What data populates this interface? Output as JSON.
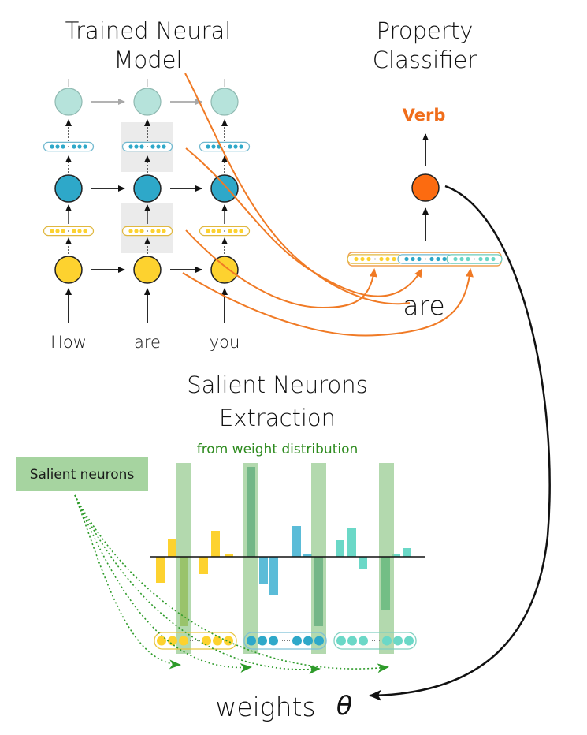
{
  "titles": {
    "model_line1": "Trained Neural",
    "model_line2": "Model",
    "classifier_line1": "Property",
    "classifier_line2": "Classifier",
    "extraction_line1": "Salient Neurons",
    "extraction_line2": "Extraction",
    "extraction_sub": "from weight distribution"
  },
  "input_words": [
    "How",
    "are",
    "you"
  ],
  "selected_word": "are",
  "predicted_label": "Verb",
  "salient_label": "Salient neurons",
  "weights_label": "weights",
  "theta_symbol": "θ",
  "colors": {
    "layer1": "#fdd22f",
    "layer2": "#2ea8c9",
    "layer3": "#b6e3db",
    "output": "#fc6b10",
    "arrow_orange": "#f07a25",
    "green_band": "#9fcf9a",
    "green_dotted": "#2e9b2a",
    "bar_yellow": "#fdd22f",
    "bar_blue": "#5bbcd8",
    "bar_teal": "#6bd8c7"
  }
}
